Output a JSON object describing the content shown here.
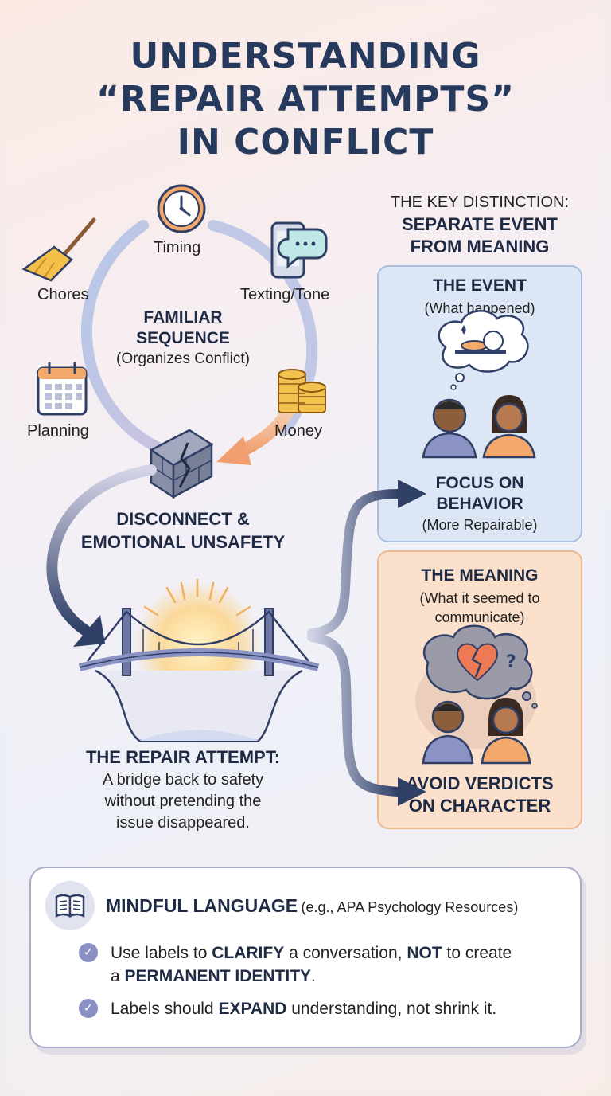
{
  "title": {
    "line1": "UNDERSTANDING",
    "line2": "“REPAIR ATTEMPTS”",
    "line3": "IN CONFLICT"
  },
  "cycle": {
    "items": {
      "timing": "Timing",
      "texting": "Texting/Tone",
      "chores": "Chores",
      "planning": "Planning",
      "money": "Money"
    },
    "center_title_1": "FAMILIAR",
    "center_title_2": "SEQUENCE",
    "center_sub": "(Organizes Conflict)"
  },
  "disconnect": {
    "line1": "DISCONNECT &",
    "line2": "EMOTIONAL UNSAFETY"
  },
  "repair": {
    "title": "THE REPAIR ATTEMPT:",
    "line1": "A bridge back to safety",
    "line2": "without pretending the",
    "line3": "issue disappeared."
  },
  "distinction": {
    "pre": "THE KEY DISTINCTION:",
    "line1": "SEPARATE EVENT",
    "line2": "FROM MEANING"
  },
  "event_box": {
    "title": "THE EVENT",
    "sub": "(What happened)",
    "focus1": "FOCUS ON",
    "focus2": "BEHAVIOR",
    "focus_sub": "(More Repairable)"
  },
  "meaning_box": {
    "title": "THE MEANING",
    "sub1": "(What it seemed to",
    "sub2": "communicate)",
    "avoid1": "AVOID VERDICTS",
    "avoid2": "ON CHARACTER"
  },
  "mindful": {
    "heading": "MINDFUL LANGUAGE",
    "heading_note": "(e.g., APA Psychology Resources)",
    "b1_a": "Use labels to ",
    "b1_b": "CLARIFY",
    "b1_c": " a conversation, ",
    "b1_d": "NOT",
    "b1_e": " to create",
    "b1_f": "a ",
    "b1_g": "PERMANENT IDENTITY",
    "b1_h": ".",
    "b2_a": "Labels should ",
    "b2_b": "EXPAND",
    "b2_c": " understanding, not shrink it."
  },
  "icons": [
    "clock-icon",
    "phone-chat-icon",
    "broom-icon",
    "calendar-icon",
    "coins-icon",
    "broken-wall-icon",
    "bridge-icon",
    "dishes-thought-icon",
    "broken-heart-thought-icon",
    "person-icon",
    "book-icon",
    "check-icon"
  ],
  "colors": {
    "title": "#263a5e",
    "event_bg": "#dde6f4",
    "meaning_bg": "#fbe1cc",
    "arrow_dark": "#2f3f66",
    "arrow_orange": "#f0a070",
    "check": "#8a8fc4"
  }
}
